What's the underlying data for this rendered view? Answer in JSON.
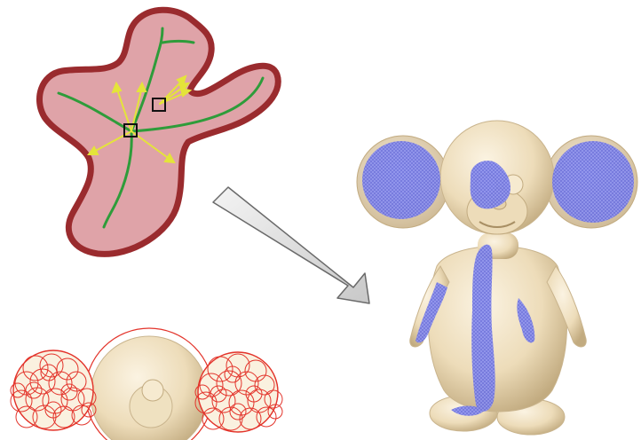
{
  "figure": {
    "panels": [
      {
        "id": "medial-axis-sketch",
        "kind": "2d-shape-with-skeleton"
      },
      {
        "id": "sphere-packed-model",
        "kind": "3d-mesh-with-red-spheres"
      },
      {
        "id": "segmented-model",
        "kind": "3d-mesh-with-blue-regions"
      }
    ],
    "arrow": {
      "direction": "down-right",
      "from": "medial-axis-sketch",
      "to": "segmented-model"
    }
  },
  "colors": {
    "shape_fill": "#dfa3a8",
    "shape_outline": "#9a2b2e",
    "skeleton": "#2e9c3a",
    "vector_arrows": "#e4e43a",
    "box_marker": "#111111",
    "mesh_fill": "#f1e2c2",
    "mesh_shade": "#c9b48d",
    "highlight_region": "#7f86ee",
    "packing_spheres": "#e3342b",
    "big_arrow_fill": "#dedede",
    "big_arrow_stroke": "#6a6a6a"
  },
  "icons": {
    "big_arrow": "arrow-down-right-icon"
  }
}
